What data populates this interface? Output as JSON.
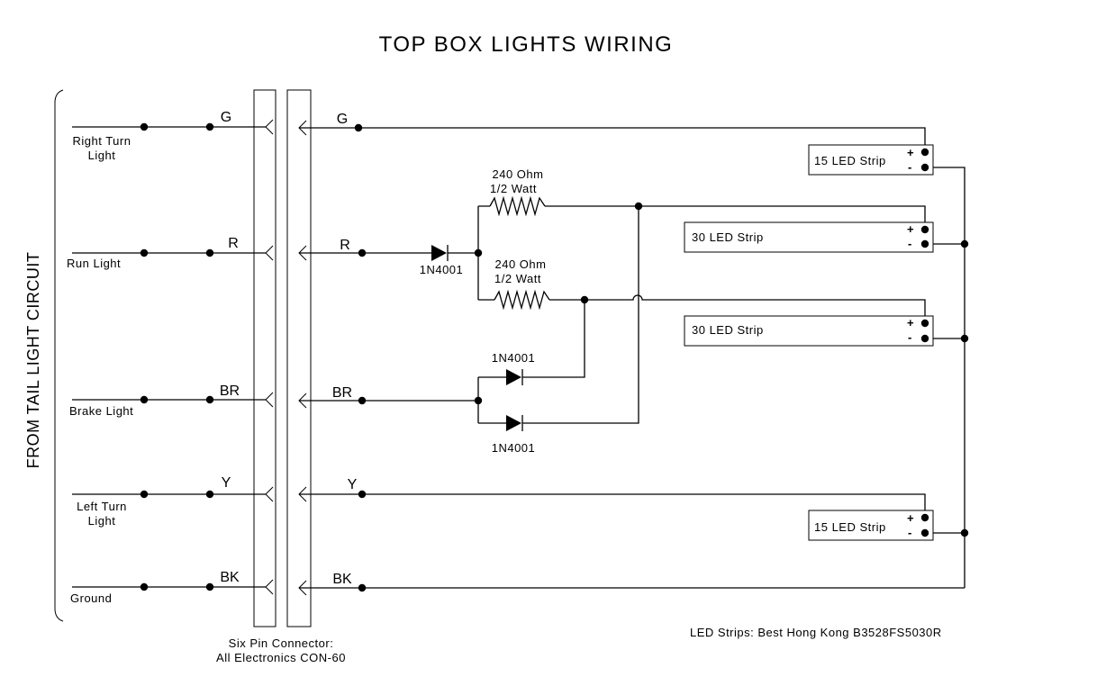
{
  "title": "TOP BOX LIGHTS WIRING",
  "side_label": "FROM  TAIL LIGHT CIRCUIT",
  "inputs": {
    "right_turn_1": "Right Turn",
    "right_turn_2": "Light",
    "run": "Run Light",
    "brake": "Brake Light",
    "left_turn_1": "Left Turn",
    "left_turn_2": "Light",
    "ground": "Ground"
  },
  "pins": {
    "g": "G",
    "r": "R",
    "br": "BR",
    "y": "Y",
    "bk": "BK"
  },
  "connector": {
    "line1": "Six Pin Connector:",
    "line2": "All Electronics CON-60"
  },
  "resistors": {
    "r1_value": "240 Ohm",
    "r1_power": "1/2 Watt",
    "r2_value": "240 Ohm",
    "r2_power": "1/2 Watt"
  },
  "diodes": {
    "d1": "1N4001",
    "d2": "1N4001",
    "d3": "1N4001"
  },
  "strips": {
    "s1": "15 LED Strip",
    "s2": "30 LED Strip",
    "s3": "30 LED Strip",
    "s4": "15 LED Strip"
  },
  "polarity": {
    "plus": "+",
    "minus": "-"
  },
  "note": "LED Strips:  Best Hong Kong B3528FS5030R"
}
